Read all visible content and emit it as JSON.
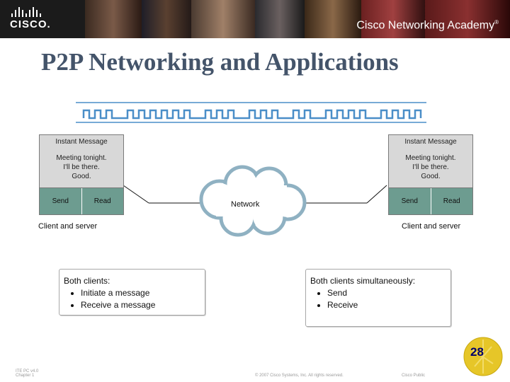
{
  "banner": {
    "logo_text": "CISCO.",
    "academy_text": "Cisco Networking Academy",
    "trademark": "®"
  },
  "slide": {
    "title": "P2P Networking and Applications",
    "page_number": "28"
  },
  "left_pc": {
    "header": "Instant Message",
    "message_line1": "Meeting tonight.",
    "message_line2": "I'll be there.",
    "message_line3": "Good.",
    "send_label": "Send",
    "read_label": "Read",
    "caption": "Client and server"
  },
  "right_pc": {
    "header": "Instant Message",
    "message_line1": "Meeting tonight.",
    "message_line2": "I'll be there.",
    "message_line3": "Good.",
    "send_label": "Send",
    "read_label": "Read",
    "caption": "Client and server"
  },
  "network": {
    "label": "Network"
  },
  "left_info": {
    "heading": "Both clients:",
    "items": [
      "Initiate a message",
      "Receive a message"
    ]
  },
  "right_info": {
    "heading": "Both clients simultaneously:",
    "items": [
      "Send",
      "Receive"
    ]
  },
  "footer": {
    "course": "ITE PC v4.0",
    "chapter": "Chapter 1",
    "copyright": "© 2007 Cisco Systems, Inc. All rights reserved.",
    "classification": "Cisco Public"
  },
  "colors": {
    "title": "#44546a",
    "button_fill": "#6d9c90",
    "header_fill": "#d8d8d8",
    "signal_line": "#4a8ec8",
    "cloud_fill": "#ffffff",
    "cloud_edge": "#8fb1c2"
  }
}
